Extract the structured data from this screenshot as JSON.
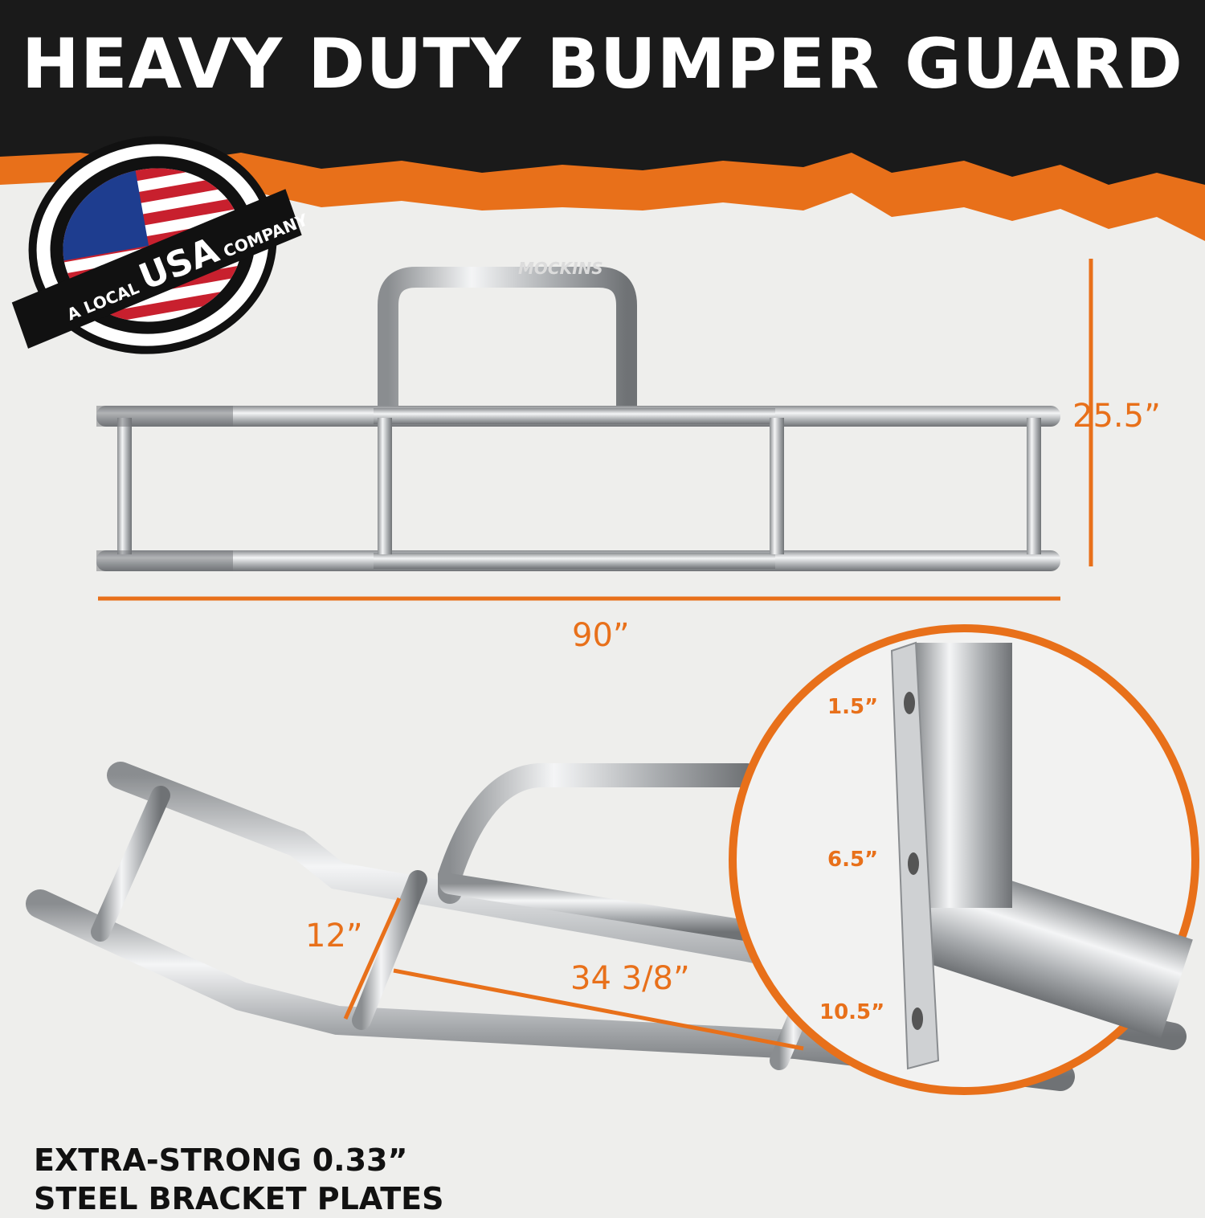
{
  "header": {
    "title": "HEAVY DUTY BUMPER GUARD"
  },
  "badge": {
    "text_left": "A LOCAL",
    "text_main": "USA",
    "text_right": "COMPANY",
    "icon": "usa-flag-icon"
  },
  "brand_logo": "MOCKINS",
  "front_view": {
    "height_label": "25.5”",
    "width_label": "90”"
  },
  "perspective_view": {
    "depth_label": "12”",
    "span_label": "34 3/8”"
  },
  "bracket_detail": {
    "labels": [
      "1.5”",
      "6.5”",
      "10.5”"
    ]
  },
  "footer": {
    "line1": "EXTRA-STRONG 0.33”",
    "line2": "STEEL BRACKET PLATES"
  },
  "colors": {
    "accent": "#e8701a",
    "header_bg": "#1a1a1a",
    "background": "#eeeeec",
    "steel": "#b9bcbf"
  }
}
